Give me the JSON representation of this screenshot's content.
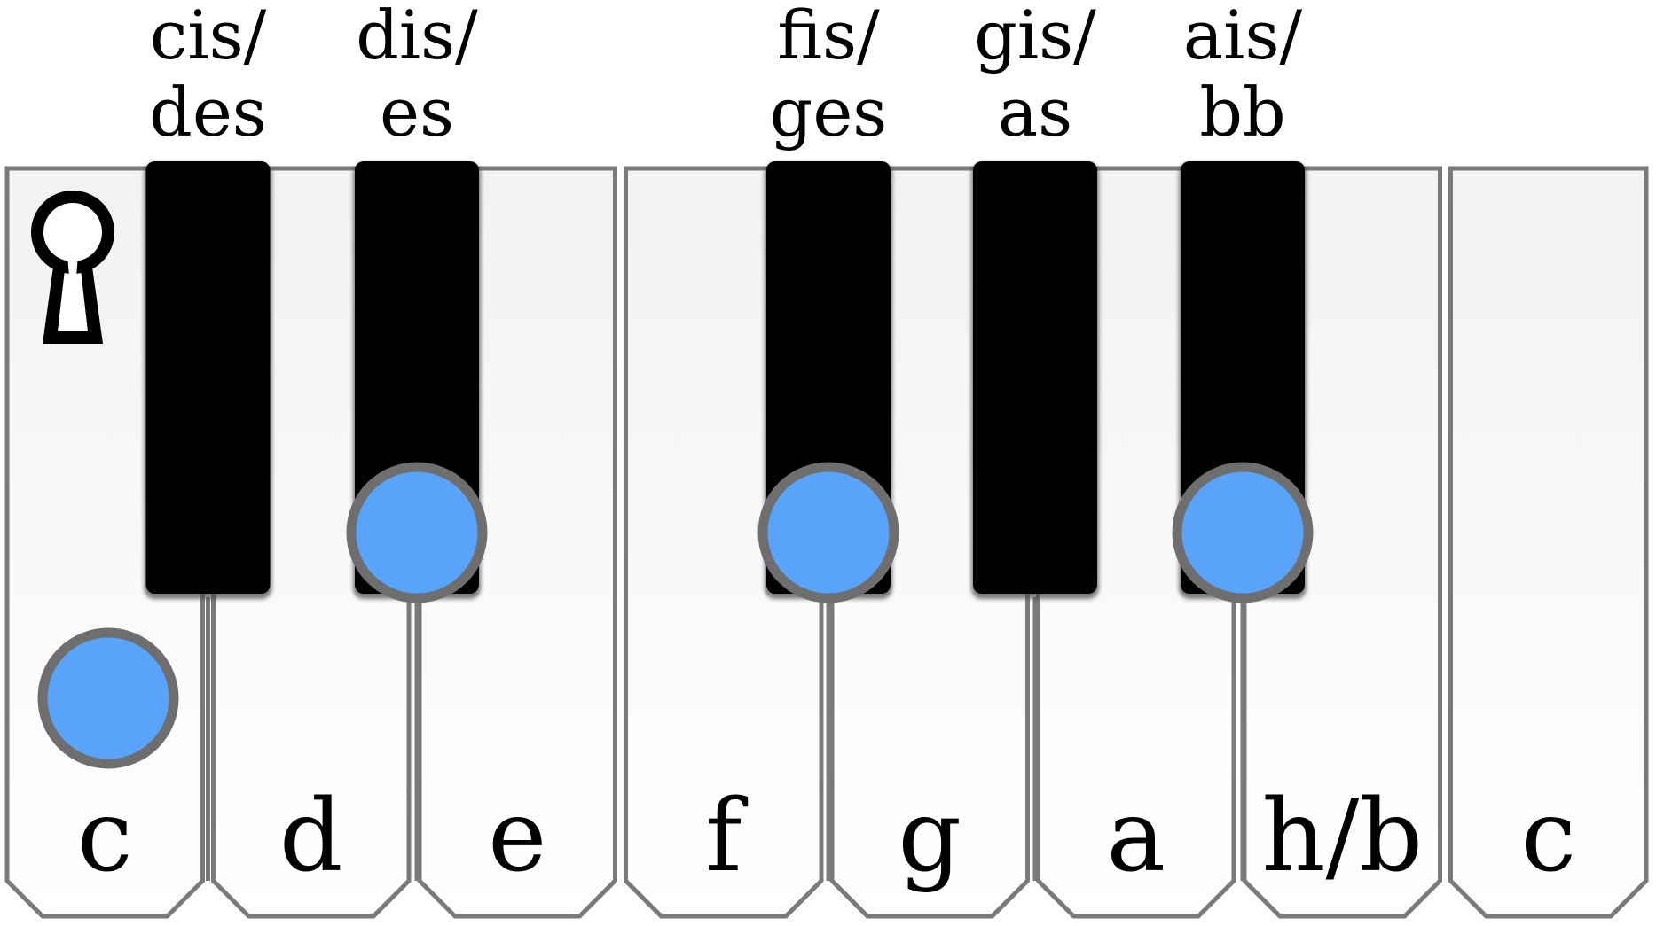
{
  "black_keys": [
    {
      "line1": "cis/",
      "line2": "des",
      "pressed": false
    },
    {
      "line1": "dis/",
      "line2": "es",
      "pressed": true
    },
    {
      "line1": "fis/",
      "line2": "ges",
      "pressed": true
    },
    {
      "line1": "gis/",
      "line2": "as",
      "pressed": false
    },
    {
      "line1": "ais/",
      "line2": "bb",
      "pressed": true
    }
  ],
  "white_keys": [
    {
      "label": "c",
      "pressed": true
    },
    {
      "label": "d",
      "pressed": false
    },
    {
      "label": "e",
      "pressed": false
    },
    {
      "label": "f",
      "pressed": false
    },
    {
      "label": "g",
      "pressed": false
    },
    {
      "label": "a",
      "pressed": false
    },
    {
      "label": "h/b",
      "pressed": false
    },
    {
      "label": "c",
      "pressed": false
    }
  ],
  "icons": {
    "key_symbol": "keyhole-icon"
  },
  "colors": {
    "marker_fill": "#59a3fb",
    "marker_stroke": "#6e6e6e",
    "key_border": "#7a7a7a",
    "black_key": "#000000"
  }
}
